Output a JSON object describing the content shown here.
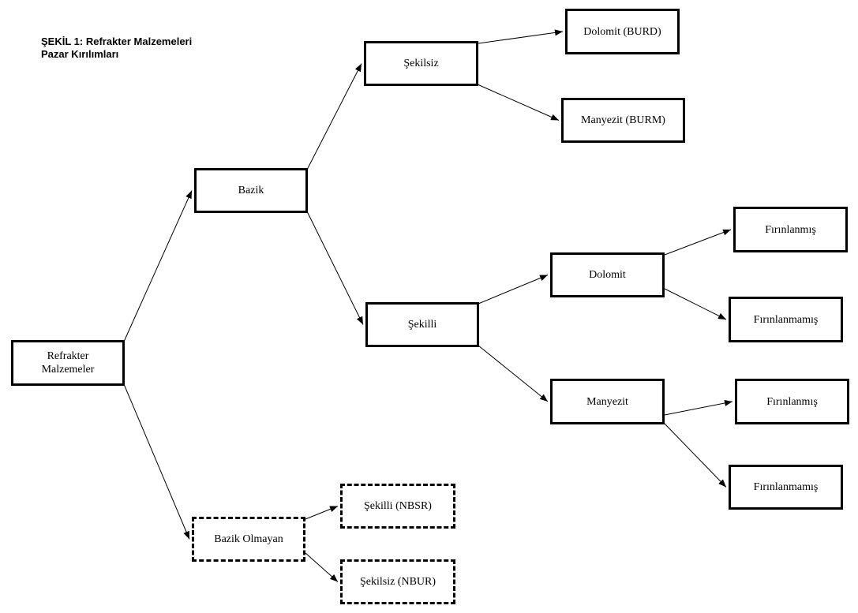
{
  "title": {
    "line1": "ŞEKİL 1: Refrakter Malzemeleri",
    "line2": "Pazar Kırılımları"
  },
  "nodes": {
    "refrakter": "Refrakter\nMalzemeler",
    "bazik": "Bazik",
    "bazik_olmayan": "Bazik Olmayan",
    "sekilsiz": "Şekilsiz",
    "sekilli": "Şekilli",
    "dolomit_burd": "Dolomit (BURD)",
    "manyezit_burm": "Manyezit (BURM)",
    "dolomit": "Dolomit",
    "manyezit": "Manyezit",
    "dolomit_firinlanmis": "Fırınlanmış",
    "dolomit_firinlanmamis": "Fırınlanmamış",
    "manyezit_firinlanmis": "Fırınlanmış",
    "manyezit_firinlanmamis": "Fırınlanmamış",
    "sekilli_nbsr": "Şekilli (NBSR)",
    "sekilsiz_nbur": "Şekilsiz (NBUR)"
  },
  "edges": [
    [
      "refrakter",
      "bazik"
    ],
    [
      "refrakter",
      "bazik_olmayan"
    ],
    [
      "bazik",
      "sekilsiz"
    ],
    [
      "bazik",
      "sekilli"
    ],
    [
      "sekilsiz",
      "dolomit_burd"
    ],
    [
      "sekilsiz",
      "manyezit_burm"
    ],
    [
      "sekilli",
      "dolomit"
    ],
    [
      "sekilli",
      "manyezit"
    ],
    [
      "dolomit",
      "dolomit_firinlanmis"
    ],
    [
      "dolomit",
      "dolomit_firinlanmamis"
    ],
    [
      "manyezit",
      "manyezit_firinlanmis"
    ],
    [
      "manyezit",
      "manyezit_firinlanmamis"
    ],
    [
      "bazik_olmayan",
      "sekilli_nbsr"
    ],
    [
      "bazik_olmayan",
      "sekilsiz_nbur"
    ]
  ]
}
